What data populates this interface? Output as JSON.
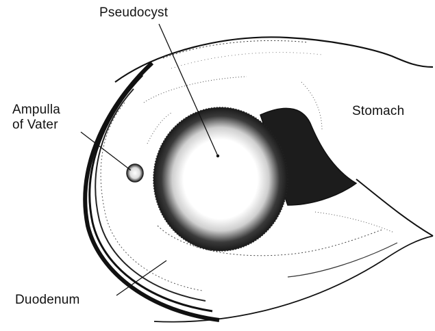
{
  "labels": {
    "pseudocyst": "Pseudocyst",
    "stomach": "Stomach",
    "ampulla_line1": "Ampulla",
    "ampulla_line2": "of Vater",
    "duodenum": "Duodenum"
  },
  "colors": {
    "ink": "#111111",
    "paper": "#ffffff"
  }
}
